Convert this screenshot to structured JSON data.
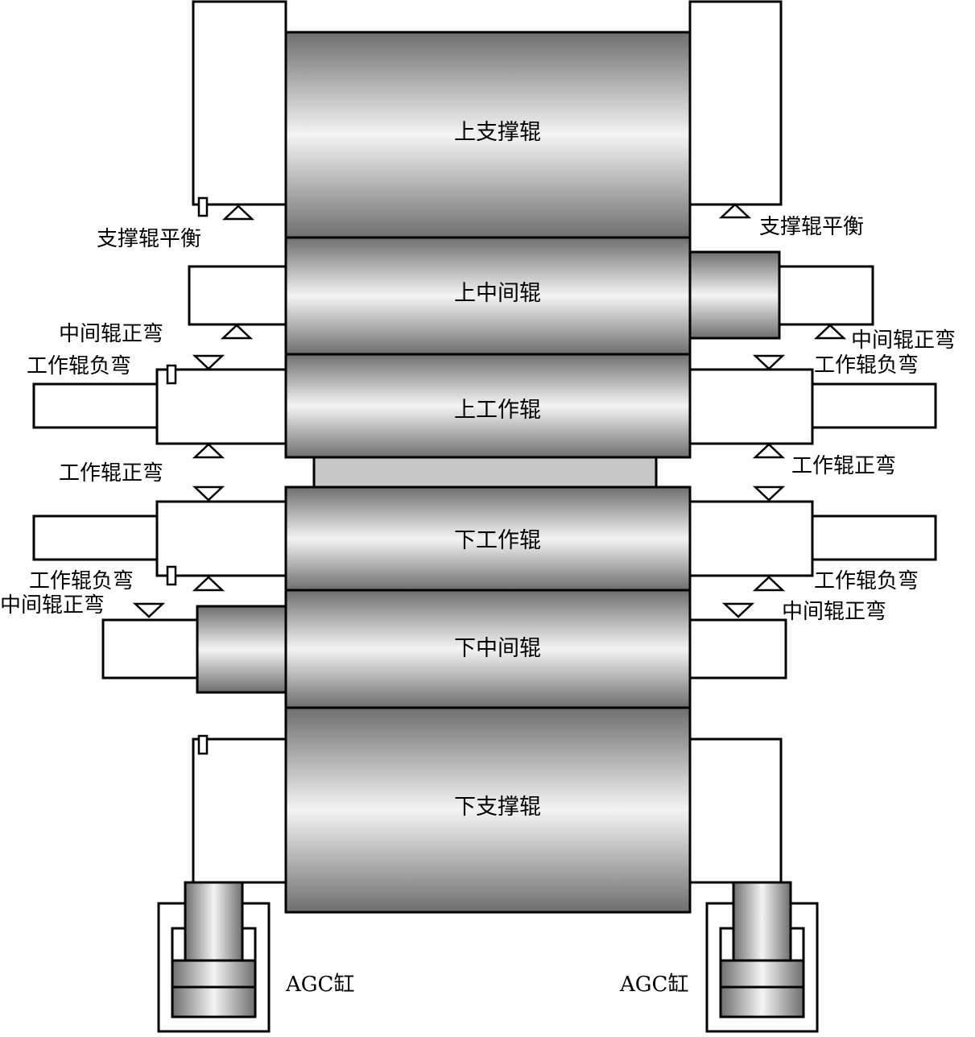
{
  "diagram": {
    "rolls": {
      "upper_backup": "上支撑辊",
      "upper_intermediate": "上中间辊",
      "upper_work": "上工作辊",
      "lower_work": "下工作辊",
      "lower_intermediate": "下中间辊",
      "lower_backup": "下支撑辊"
    },
    "labels": {
      "backup_balance_left": "支撑辊平衡",
      "backup_balance_right": "支撑辊平衡",
      "upper_ir_positive_left": "中间辊正弯",
      "upper_ir_positive_right": "中间辊正弯",
      "upper_wr_negative_left": "工作辊负弯",
      "upper_wr_negative_right": "工作辊负弯",
      "wr_positive_left": "工作辊正弯",
      "wr_positive_right": "工作辊正弯",
      "lower_wr_negative_left": "工作辊负弯",
      "lower_wr_negative_right": "工作辊负弯",
      "lower_ir_positive_left": "中间辊正弯",
      "lower_ir_positive_right": "中间辊正弯",
      "agc_left": "AGC缸",
      "agc_right": "AGC缸"
    }
  }
}
